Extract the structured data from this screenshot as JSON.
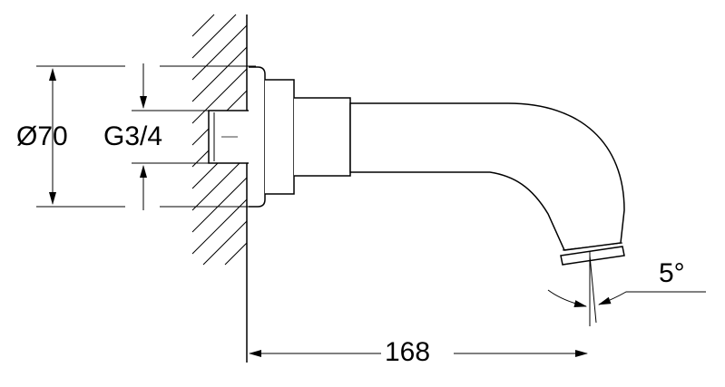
{
  "dimensions": {
    "outer_diameter": "Ø70",
    "thread": "G3/4",
    "projection": "168",
    "angle": "5°"
  },
  "colors": {
    "line": "#000000",
    "background": "#ffffff"
  }
}
